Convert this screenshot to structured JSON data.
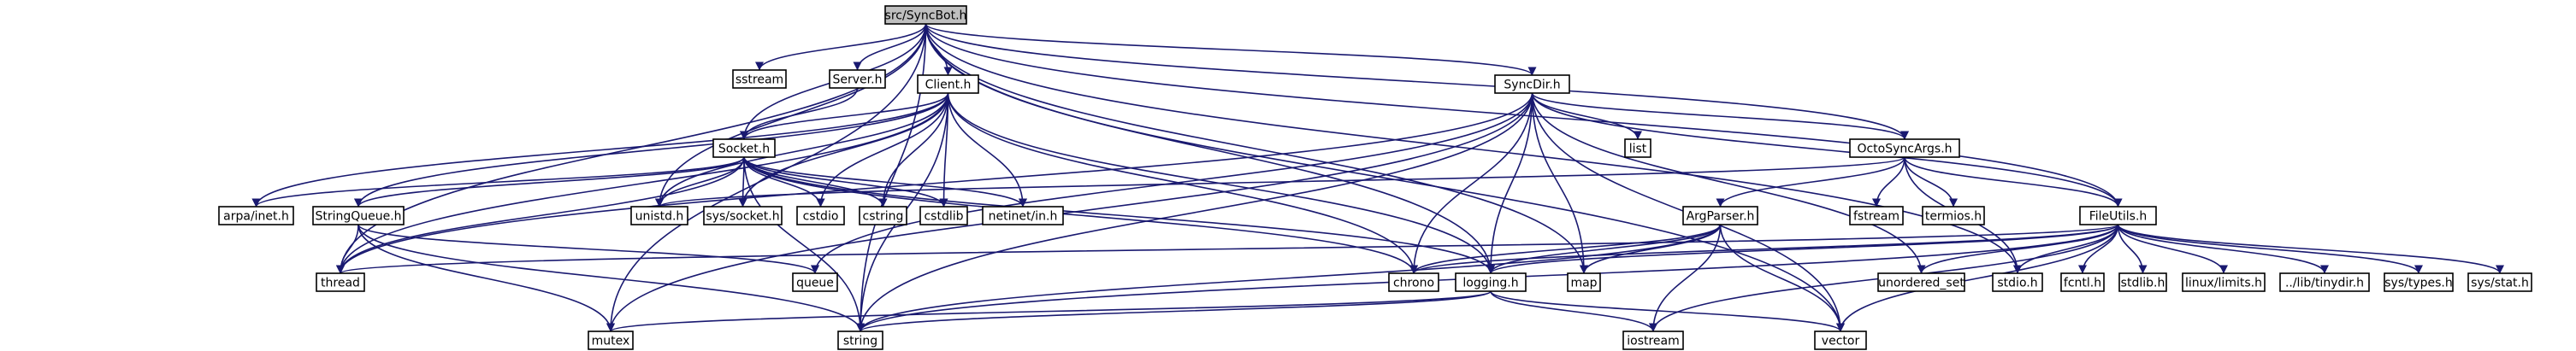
{
  "graph": {
    "root": "src/SyncBot.h",
    "colors": {
      "edge": "#191970",
      "root_fill": "#bfbfbf",
      "local_fill": "#ffffff",
      "system_fill": "#ffffff",
      "system_border": "#bfbfbf",
      "text": "#000000"
    },
    "nodes": [
      {
        "id": "syncbot",
        "label": "src/SyncBot.h",
        "kind": "root"
      },
      {
        "id": "sstream",
        "label": "sstream",
        "kind": "system"
      },
      {
        "id": "server",
        "label": "Server.h",
        "kind": "local"
      },
      {
        "id": "client",
        "label": "Client.h",
        "kind": "local"
      },
      {
        "id": "syncdir",
        "label": "SyncDir.h",
        "kind": "local"
      },
      {
        "id": "socket",
        "label": "Socket.h",
        "kind": "local"
      },
      {
        "id": "list",
        "label": "list",
        "kind": "system"
      },
      {
        "id": "octosyncargs",
        "label": "OctoSyncArgs.h",
        "kind": "local"
      },
      {
        "id": "arpa",
        "label": "arpa/inet.h",
        "kind": "system"
      },
      {
        "id": "stringqueue",
        "label": "StringQueue.h",
        "kind": "local"
      },
      {
        "id": "unistd",
        "label": "unistd.h",
        "kind": "system"
      },
      {
        "id": "syssocket",
        "label": "sys/socket.h",
        "kind": "system"
      },
      {
        "id": "cstdio",
        "label": "cstdio",
        "kind": "system"
      },
      {
        "id": "cstring",
        "label": "cstring",
        "kind": "system"
      },
      {
        "id": "cstdlib",
        "label": "cstdlib",
        "kind": "system"
      },
      {
        "id": "netinet",
        "label": "netinet/in.h",
        "kind": "system"
      },
      {
        "id": "fstream",
        "label": "fstream",
        "kind": "system"
      },
      {
        "id": "termios",
        "label": "termios.h",
        "kind": "system"
      },
      {
        "id": "argparser",
        "label": "ArgParser.h",
        "kind": "local"
      },
      {
        "id": "fileutils",
        "label": "FileUtils.h",
        "kind": "local"
      },
      {
        "id": "thread",
        "label": "thread",
        "kind": "system"
      },
      {
        "id": "queue",
        "label": "queue",
        "kind": "system"
      },
      {
        "id": "chrono",
        "label": "chrono",
        "kind": "system"
      },
      {
        "id": "map",
        "label": "map",
        "kind": "system"
      },
      {
        "id": "logging",
        "label": "logging.h",
        "kind": "local"
      },
      {
        "id": "unorderedset",
        "label": "unordered_set",
        "kind": "system"
      },
      {
        "id": "stdioh",
        "label": "stdio.h",
        "kind": "system"
      },
      {
        "id": "fcntl",
        "label": "fcntl.h",
        "kind": "system"
      },
      {
        "id": "stdlibh",
        "label": "stdlib.h",
        "kind": "system"
      },
      {
        "id": "linuxlimits",
        "label": "linux/limits.h",
        "kind": "system"
      },
      {
        "id": "tinydir",
        "label": "../lib/tinydir.h",
        "kind": "system"
      },
      {
        "id": "systypes",
        "label": "sys/types.h",
        "kind": "system"
      },
      {
        "id": "sysstat",
        "label": "sys/stat.h",
        "kind": "system"
      },
      {
        "id": "mutex",
        "label": "mutex",
        "kind": "system"
      },
      {
        "id": "string",
        "label": "string",
        "kind": "system"
      },
      {
        "id": "iostream",
        "label": "iostream",
        "kind": "system"
      },
      {
        "id": "vector",
        "label": "vector",
        "kind": "system"
      }
    ],
    "edges": [
      [
        "syncbot",
        "sstream"
      ],
      [
        "syncbot",
        "server"
      ],
      [
        "syncbot",
        "client"
      ],
      [
        "syncbot",
        "syncdir"
      ],
      [
        "syncbot",
        "socket"
      ],
      [
        "syncbot",
        "octosyncargs"
      ],
      [
        "syncbot",
        "fileutils"
      ],
      [
        "syncbot",
        "unistd"
      ],
      [
        "syncbot",
        "thread"
      ],
      [
        "syncbot",
        "logging"
      ],
      [
        "syncbot",
        "mutex"
      ],
      [
        "syncbot",
        "string"
      ],
      [
        "syncbot",
        "vector"
      ],
      [
        "syncbot",
        "stdioh"
      ],
      [
        "syncbot",
        "map"
      ],
      [
        "server",
        "socket"
      ],
      [
        "client",
        "socket"
      ],
      [
        "client",
        "stringqueue"
      ],
      [
        "client",
        "arpa"
      ],
      [
        "client",
        "unistd"
      ],
      [
        "client",
        "syssocket"
      ],
      [
        "client",
        "cstdio"
      ],
      [
        "client",
        "cstring"
      ],
      [
        "client",
        "cstdlib"
      ],
      [
        "client",
        "netinet"
      ],
      [
        "client",
        "thread"
      ],
      [
        "client",
        "chrono"
      ],
      [
        "client",
        "logging"
      ],
      [
        "client",
        "string"
      ],
      [
        "socket",
        "arpa"
      ],
      [
        "socket",
        "stringqueue"
      ],
      [
        "socket",
        "unistd"
      ],
      [
        "socket",
        "syssocket"
      ],
      [
        "socket",
        "cstdio"
      ],
      [
        "socket",
        "cstring"
      ],
      [
        "socket",
        "cstdlib"
      ],
      [
        "socket",
        "netinet"
      ],
      [
        "socket",
        "thread"
      ],
      [
        "socket",
        "chrono"
      ],
      [
        "socket",
        "logging"
      ],
      [
        "socket",
        "string"
      ],
      [
        "stringqueue",
        "thread"
      ],
      [
        "stringqueue",
        "queue"
      ],
      [
        "stringqueue",
        "mutex"
      ],
      [
        "stringqueue",
        "string"
      ],
      [
        "syncdir",
        "list"
      ],
      [
        "syncdir",
        "octosyncargs"
      ],
      [
        "syncdir",
        "fileutils"
      ],
      [
        "syncdir",
        "thread"
      ],
      [
        "syncdir",
        "queue"
      ],
      [
        "syncdir",
        "chrono"
      ],
      [
        "syncdir",
        "map"
      ],
      [
        "syncdir",
        "logging"
      ],
      [
        "syncdir",
        "unorderedset"
      ],
      [
        "syncdir",
        "mutex"
      ],
      [
        "syncdir",
        "string"
      ],
      [
        "syncdir",
        "vector"
      ],
      [
        "octosyncargs",
        "unistd"
      ],
      [
        "octosyncargs",
        "fstream"
      ],
      [
        "octosyncargs",
        "termios"
      ],
      [
        "octosyncargs",
        "argparser"
      ],
      [
        "octosyncargs",
        "fileutils"
      ],
      [
        "octosyncargs",
        "stdioh"
      ],
      [
        "argparser",
        "chrono"
      ],
      [
        "argparser",
        "map"
      ],
      [
        "argparser",
        "logging"
      ],
      [
        "argparser",
        "string"
      ],
      [
        "argparser",
        "iostream"
      ],
      [
        "argparser",
        "vector"
      ],
      [
        "fileutils",
        "thread"
      ],
      [
        "fileutils",
        "chrono"
      ],
      [
        "fileutils",
        "logging"
      ],
      [
        "fileutils",
        "unorderedset"
      ],
      [
        "fileutils",
        "stdioh"
      ],
      [
        "fileutils",
        "fcntl"
      ],
      [
        "fileutils",
        "stdlibh"
      ],
      [
        "fileutils",
        "linuxlimits"
      ],
      [
        "fileutils",
        "tinydir"
      ],
      [
        "fileutils",
        "systypes"
      ],
      [
        "fileutils",
        "sysstat"
      ],
      [
        "fileutils",
        "string"
      ],
      [
        "fileutils",
        "iostream"
      ],
      [
        "fileutils",
        "vector"
      ],
      [
        "logging",
        "mutex"
      ],
      [
        "logging",
        "string"
      ],
      [
        "logging",
        "iostream"
      ],
      [
        "logging",
        "vector"
      ]
    ]
  }
}
